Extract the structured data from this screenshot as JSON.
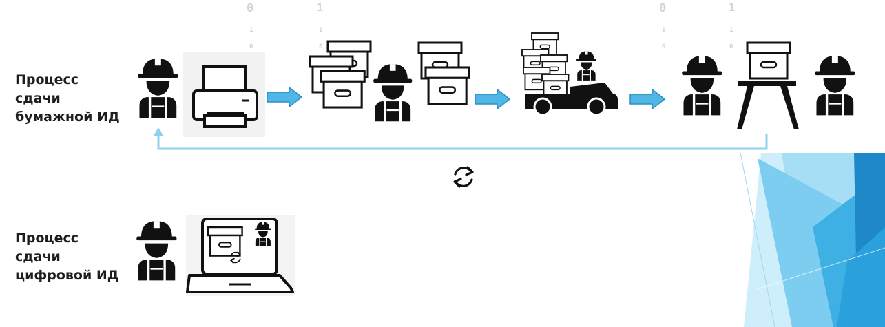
{
  "processes": [
    {
      "id": "paper",
      "label_lines": [
        "Процесс",
        "сдачи",
        "бумажной ИД"
      ]
    },
    {
      "id": "digital",
      "label_lines": [
        "Процесс",
        "сдачи",
        "цифровой ИД"
      ]
    }
  ],
  "decor_digits": [
    "0",
    "1",
    "1",
    "0",
    "1",
    "0",
    "0",
    "1",
    "1",
    "0",
    "1",
    "0"
  ],
  "colors": {
    "arrow_fill": "#4fb6e6",
    "arrow_stroke": "#2b8fc2",
    "loop_line": "#8fd0ee",
    "accent_dark": "#1e88c8",
    "accent_light": "#8dd3f2",
    "icon": "#111111",
    "icon_bg": "#f2f2f2"
  },
  "icons": [
    "worker-icon",
    "printer-icon",
    "archive-box-icon",
    "delivery-truck-icon",
    "reception-table-icon",
    "laptop-icon",
    "cycle-arrows-icon"
  ]
}
